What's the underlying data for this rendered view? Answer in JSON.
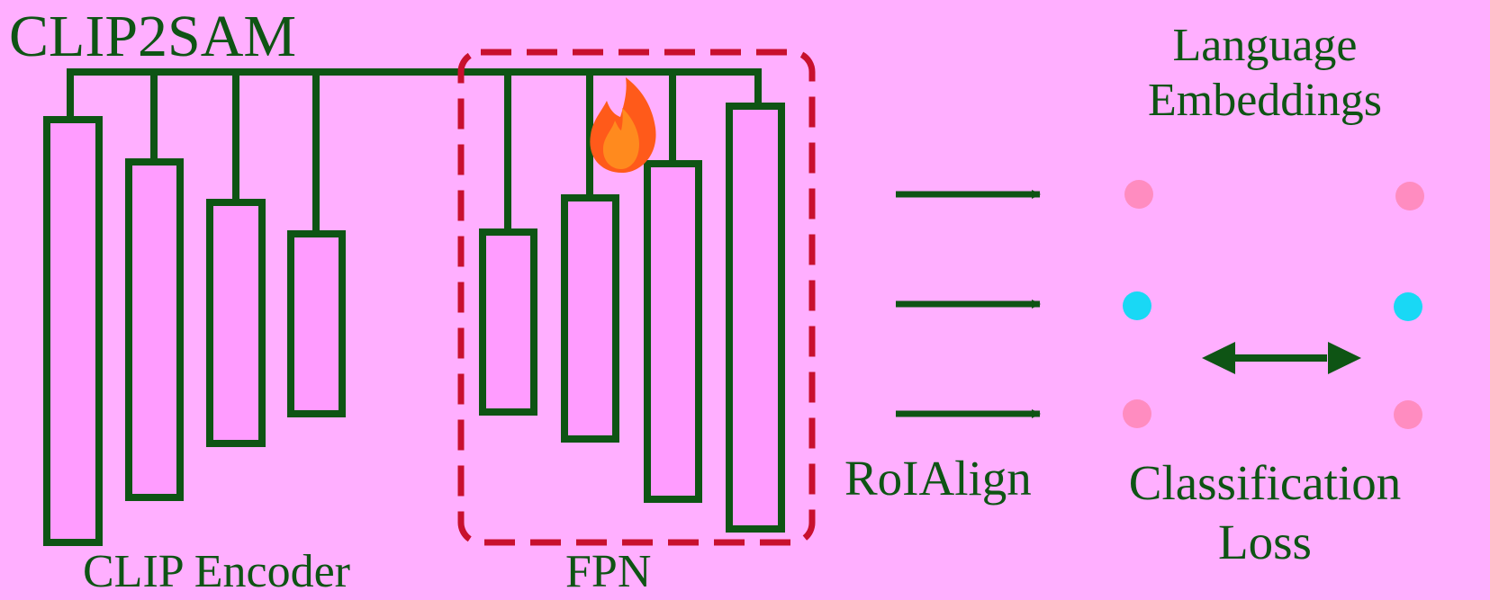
{
  "title": "CLIP2SAM",
  "encoder": {
    "label": "CLIP Encoder"
  },
  "fpn": {
    "label": "FPN"
  },
  "roi": {
    "label": "RoIAlign"
  },
  "language": {
    "line1": "Language",
    "line2": "Embeddings"
  },
  "loss": {
    "line1": "Classification",
    "line2": "Loss"
  },
  "colors": {
    "background": "#ffafff",
    "ink": "#0e5414",
    "bar_fill": "#ff9cff",
    "dashed_box": "#c8102e",
    "dot_pink": "#ff8cc0",
    "dot_cyan": "#19d8f5",
    "flame_outer": "#ff5a1a",
    "flame_inner": "#ff8a1e"
  },
  "icons": {
    "trainable": "fire-icon"
  }
}
